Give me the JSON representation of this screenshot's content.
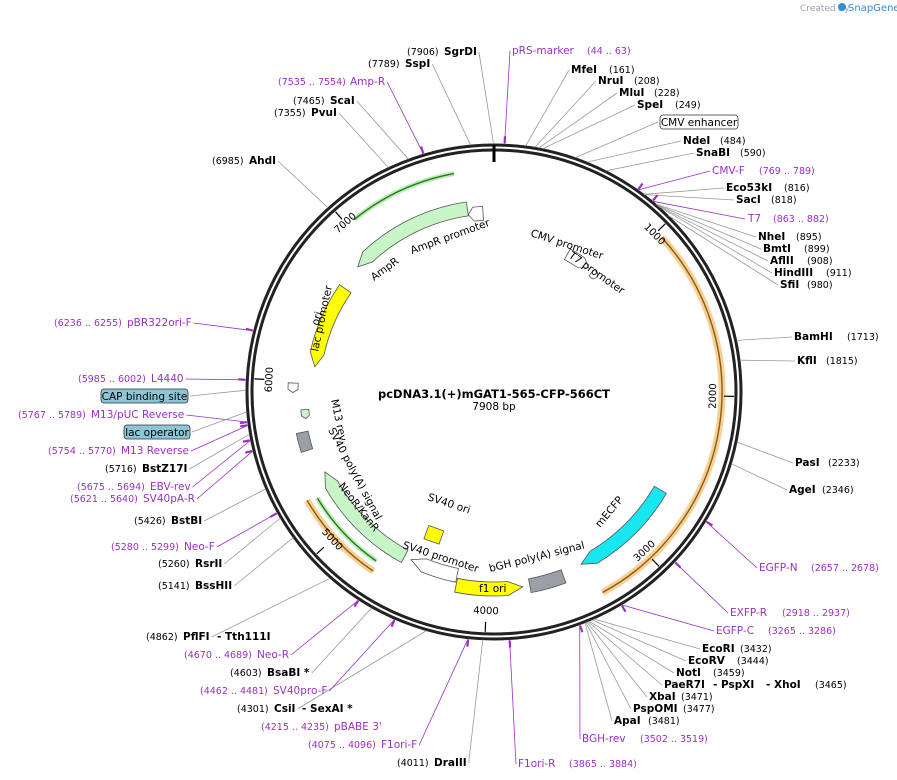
{
  "app": {
    "credit_prefix": "Created by",
    "credit_brand": "SnapGene",
    "brand_color": "#2e8fd6"
  },
  "plasmid": {
    "name": "pcDNA3.1(+)mGAT1-565-CFP-566CT",
    "length_label": "7908 bp",
    "length": 7908
  },
  "ticks": [
    {
      "label": "1000",
      "pos": 1000
    },
    {
      "label": "2000",
      "pos": 2000
    },
    {
      "label": "3000",
      "pos": 3000
    },
    {
      "label": "4000",
      "pos": 4000
    },
    {
      "label": "5000",
      "pos": 5000
    },
    {
      "label": "6000",
      "pos": 6000
    },
    {
      "label": "7000",
      "pos": 7000
    }
  ],
  "features": [
    {
      "name": "CMV enhancer",
      "label": "CMV enhancer",
      "start": 236,
      "end": 615,
      "color": "#ffffff",
      "dir": 1,
      "boxed": true
    },
    {
      "name": "CMV promoter",
      "label": "CMV promoter",
      "start": 616,
      "end": 819,
      "color": "#ffffff",
      "dir": 1
    },
    {
      "name": "T7 promoter",
      "label": "T7 promoter",
      "start": 863,
      "end": 881,
      "color": "#ffffff",
      "dir": 1
    },
    {
      "name": "mECFP",
      "label": "mECFP",
      "start": 2646,
      "end": 3365,
      "color": "#18e6f0",
      "dir": 1
    },
    {
      "name": "bGH poly(A) signal",
      "label": "bGH poly(A) signal",
      "start": 3500,
      "end": 3724,
      "color": "#9aa0a6",
      "dir": 0
    },
    {
      "name": "f1 ori",
      "label": "f1 ori",
      "start": 3770,
      "end": 4198,
      "color": "#ffff00",
      "dir": -1
    },
    {
      "name": "SV40 promoter",
      "label": "SV40 promoter",
      "start": 4204,
      "end": 4533,
      "color": "#ffffff",
      "dir": 1
    },
    {
      "name": "SV40 ori",
      "label": "SV40 ori",
      "start": 4388,
      "end": 4523,
      "color": "#ffff00",
      "dir": 0
    },
    {
      "name": "NeoR/KanR",
      "label": "NeoR/KanR",
      "start": 4581,
      "end": 5375,
      "color": "#c8f5c8",
      "dir": 1
    },
    {
      "name": "SV40 poly(A) signal",
      "label": "SV40 poly(A) signal",
      "start": 5549,
      "end": 5670,
      "color": "#9aa0a6",
      "dir": 0
    },
    {
      "name": "lac promoter",
      "label": "lac promoter",
      "start": 5927,
      "end": 5957,
      "color": "#ffffff",
      "dir": -1
    },
    {
      "name": "M13 rev",
      "label": "M13 rev",
      "start": 5754,
      "end": 5770,
      "color": "#c8f5c8",
      "dir": -1
    },
    {
      "name": "ori",
      "label": "ori",
      "start": 6107,
      "end": 6695,
      "color": "#ffff00",
      "dir": -1
    },
    {
      "name": "AmpR",
      "label": "AmpR",
      "start": 6866,
      "end": 7726,
      "color": "#c8f5c8",
      "dir": -1
    },
    {
      "name": "AmpR promoter",
      "label": "AmpR promoter",
      "start": 7727,
      "end": 7831,
      "color": "#ffffff",
      "dir": -1
    }
  ],
  "annotations": [
    {
      "label": "CAP binding site"
    },
    {
      "label": "lac operator"
    },
    {
      "label": "CMV enhancer"
    }
  ],
  "enzymes": [
    {
      "name": "SgrDI",
      "pos_label": "(7906)",
      "pos": 7906
    },
    {
      "name": "SspI",
      "pos_label": "(7789)",
      "pos": 7789
    },
    {
      "name": "ScaI",
      "pos_label": "(7465)",
      "pos": 7465
    },
    {
      "name": "PvuI",
      "pos_label": "(7355)",
      "pos": 7355
    },
    {
      "name": "AhdI",
      "pos_label": "(6985)",
      "pos": 6985
    },
    {
      "name": "MfeI",
      "pos_label": "(161)",
      "pos": 161
    },
    {
      "name": "NruI",
      "pos_label": "(208)",
      "pos": 208
    },
    {
      "name": "MluI",
      "pos_label": "(228)",
      "pos": 228
    },
    {
      "name": "SpeI",
      "pos_label": "(249)",
      "pos": 249
    },
    {
      "name": "NdeI",
      "pos_label": "(484)",
      "pos": 484
    },
    {
      "name": "SnaBI",
      "pos_label": "(590)",
      "pos": 590
    },
    {
      "name": "Eco53kI",
      "pos_label": "(816)",
      "pos": 816
    },
    {
      "name": "SacI",
      "pos_label": "(818)",
      "pos": 818
    },
    {
      "name": "NheI",
      "pos_label": "(895)",
      "pos": 895
    },
    {
      "name": "BmtI",
      "pos_label": "(899)",
      "pos": 899
    },
    {
      "name": "AflII",
      "pos_label": "(908)",
      "pos": 908
    },
    {
      "name": "HindIII",
      "pos_label": "(911)",
      "pos": 911
    },
    {
      "name": "SfiI",
      "pos_label": "(980)",
      "pos": 980
    },
    {
      "name": "BamHI",
      "pos_label": "(1713)",
      "pos": 1713
    },
    {
      "name": "KflI",
      "pos_label": "(1815)",
      "pos": 1815
    },
    {
      "name": "PasI",
      "pos_label": "(2233)",
      "pos": 2233
    },
    {
      "name": "AgeI",
      "pos_label": "(2346)",
      "pos": 2346
    },
    {
      "name": "EcoRI",
      "pos_label": "(3432)",
      "pos": 3432
    },
    {
      "name": "EcoRV",
      "pos_label": "(3444)",
      "pos": 3444
    },
    {
      "name": "NotI",
      "pos_label": "(3459)",
      "pos": 3459
    },
    {
      "name": "PaeR7I",
      "extra": [
        "PspXI",
        "XhoI"
      ],
      "pos_label": "(3465)",
      "pos": 3465
    },
    {
      "name": "XbaI",
      "pos_label": "(3471)",
      "pos": 3471
    },
    {
      "name": "PspOMI",
      "pos_label": "(3477)",
      "pos": 3477
    },
    {
      "name": "ApaI",
      "pos_label": "(3481)",
      "pos": 3481
    },
    {
      "name": "DraIII",
      "pos_label": "(4011)",
      "pos": 4011
    },
    {
      "name": "CsiI",
      "extra": [
        "SexAI *"
      ],
      "pos_label": "(4301)",
      "pos": 4301
    },
    {
      "name": "BsaBI *",
      "pos_label": "(4603)",
      "pos": 4603
    },
    {
      "name": "PflFI",
      "extra": [
        "Tth111I"
      ],
      "pos_label": "(4862)",
      "pos": 4862
    },
    {
      "name": "BssHII",
      "pos_label": "(5141)",
      "pos": 5141
    },
    {
      "name": "RsrII",
      "pos_label": "(5260)",
      "pos": 5260
    },
    {
      "name": "BstBI",
      "pos_label": "(5426)",
      "pos": 5426
    },
    {
      "name": "BstZ17I",
      "pos_label": "(5716)",
      "pos": 5716
    }
  ],
  "primers": [
    {
      "name": "pRS-marker",
      "range": "(44 .. 63)",
      "pos": 54
    },
    {
      "name": "Amp-R",
      "range": "(7535 .. 7554)",
      "pos": 7545
    },
    {
      "name": "CMV-F",
      "range": "(769 .. 789)",
      "pos": 779
    },
    {
      "name": "T7",
      "range": "(863 .. 882)",
      "pos": 872
    },
    {
      "name": "EGFP-N",
      "range": "(2657 .. 2678)",
      "pos": 2667
    },
    {
      "name": "EXFP-R",
      "range": "(2918 .. 2937)",
      "pos": 2927
    },
    {
      "name": "EGFP-C",
      "range": "(3265 .. 3286)",
      "pos": 3275
    },
    {
      "name": "BGH-rev",
      "range": "(3502 .. 3519)",
      "pos": 3510
    },
    {
      "name": "F1ori-R",
      "range": "(3865 .. 3884)",
      "pos": 3875
    },
    {
      "name": "F1ori-F",
      "range": "(4075 .. 4096)",
      "pos": 4085
    },
    {
      "name": "pBABE 3'",
      "range": "(4215 .. 4235)",
      "pos": 4225
    },
    {
      "name": "SV40pro-F",
      "range": "(4462 .. 4481)",
      "pos": 4472
    },
    {
      "name": "Neo-R",
      "range": "(4670 .. 4689)",
      "pos": 4680
    },
    {
      "name": "Neo-F",
      "range": "(5280 .. 5299)",
      "pos": 5290
    },
    {
      "name": "SV40pA-R",
      "range": "(5621 .. 5640)",
      "pos": 5630
    },
    {
      "name": "EBV-rev",
      "range": "(5675 .. 5694)",
      "pos": 5685
    },
    {
      "name": "M13 Reverse",
      "range": "(5754 .. 5770)",
      "pos": 5762
    },
    {
      "name": "M13/pUC Reverse",
      "range": "(5767 .. 5789)",
      "pos": 5778
    },
    {
      "name": "L4440",
      "range": "(5985 .. 6002)",
      "pos": 5993
    },
    {
      "name": "pBR322ori-F",
      "range": "(6236 .. 6255)",
      "pos": 6245
    }
  ]
}
